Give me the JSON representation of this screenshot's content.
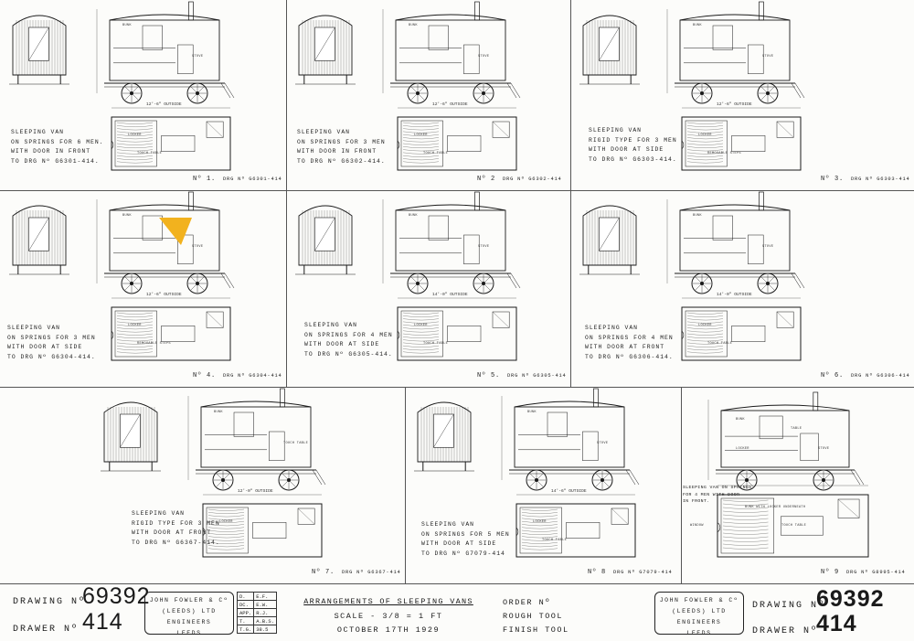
{
  "panels": [
    {
      "caption": [
        "SLEEPING VAN",
        "ON SPRINGS FOR 6 MEN.",
        "WITH DOOR IN FRONT",
        "TO DRG Nº G6301-414."
      ],
      "number": "Nº 1.",
      "drawing_ref": "DRG Nº G6301-414",
      "outside_dim": "12'-6\" OUTSIDE",
      "labels": [
        "BUNK",
        "STOVE",
        "LOCKER",
        "TOUCH TABLE"
      ]
    },
    {
      "caption": [
        "SLEEPING VAN",
        "ON SPRINGS FOR 3 MEN",
        "WITH DOOR IN FRONT",
        "TO DRG Nº G6302-414."
      ],
      "number": "Nº 2",
      "drawing_ref": "DRG Nº G6302-414",
      "outside_dim": "12'-6\" OUTSIDE",
      "labels": [
        "BUNK",
        "STOVE",
        "LOCKER",
        "TOUCH TABLE"
      ]
    },
    {
      "caption": [
        "SLEEPING VAN",
        "RIGID TYPE FOR 3 MEN",
        "WITH DOOR AT SIDE",
        "TO DRG Nº G6303-414."
      ],
      "number": "Nº 3.",
      "drawing_ref": "DRG Nº G6303-414",
      "outside_dim": "12'-6\" OUTSIDE",
      "labels": [
        "BUNK",
        "STOVE",
        "LOCKER",
        "REMOVABLE STEPS"
      ]
    },
    {
      "caption": [
        "SLEEPING VAN",
        "ON SPRINGS FOR 3 MEN",
        "WITH DOOR AT SIDE",
        "TO DRG Nº G6304-414."
      ],
      "number": "Nº 4.",
      "drawing_ref": "DRG Nº G6304-414",
      "outside_dim": "12'-6\" OUTSIDE",
      "labels": [
        "BUNK",
        "STOVE",
        "LOCKER",
        "REMOVABLE STEPS"
      ]
    },
    {
      "caption": [
        "SLEEPING VAN",
        "ON SPRINGS FOR 4 MEN",
        "WITH DOOR AT SIDE",
        "TO DRG Nº G6305-414."
      ],
      "number": "Nº 5.",
      "drawing_ref": "DRG Nº G6305-414",
      "outside_dim": "14'-0\" OUTSIDE",
      "labels": [
        "BUNK",
        "STOVE",
        "LOCKER",
        "TOUCH TABLE"
      ]
    },
    {
      "caption": [
        "SLEEPING VAN",
        "ON SPRINGS FOR 4 MEN",
        "WITH DOOR AT FRONT",
        "TO DRG Nº G6306-414."
      ],
      "number": "Nº 6.",
      "drawing_ref": "DRG Nº G6306-414",
      "outside_dim": "14'-0\" OUTSIDE",
      "labels": [
        "BUNK",
        "STOVE",
        "LOCKER",
        "TOUCH TABLE"
      ]
    },
    {
      "caption": [
        "SLEEPING VAN",
        "RIGID TYPE FOR 3 MEN",
        "WITH DOOR AT FRONT",
        "TO DRG Nº G6367-414."
      ],
      "number": "Nº 7.",
      "drawing_ref": "DRG Nº G6367-414",
      "outside_dim": "12'-0\" OUTSIDE",
      "labels": [
        "BUNK",
        "TOUCH TABLE",
        "LOCKER"
      ]
    },
    {
      "caption": [
        "SLEEPING VAN",
        "ON SPRINGS FOR 5 MEN",
        "WITH DOOR AT SIDE",
        "TO DRG Nº G7079-414"
      ],
      "number": "Nº 8",
      "drawing_ref": "DRG Nº G7079-414",
      "outside_dim": "14'-6\" OUTSIDE",
      "labels": [
        "BUNK",
        "STOVE",
        "LOCKER",
        "TOUCH TABLE"
      ]
    },
    {
      "caption": [
        "SLEEPING VAN ON SPRINGS",
        "FOR 4 MEN WITH DOOR",
        "IN FRONT."
      ],
      "number": "Nº 9",
      "drawing_ref": "DRG Nº G8995-414",
      "outside_dim": "",
      "labels": [
        "BUNK",
        "TABLE",
        "LOCKER",
        "STOVE",
        "BUNK WITH LOCKER UNDERNEATH",
        "TOUCH TABLE",
        "WINDOW"
      ]
    }
  ],
  "title_block": {
    "drawing_label": "DRAWING Nº",
    "drawing_number": "69392",
    "drawer_label": "DRAWER Nº",
    "drawer_number": "414",
    "company": [
      "JOHN FOWLER & Cº",
      "(LEEDS) LTD ENGINEERS",
      "LEEDS"
    ],
    "checks": [
      [
        "D.",
        "E.F."
      ],
      [
        "DC.",
        "E.W."
      ],
      [
        "APP.",
        "R.J."
      ],
      [
        "T.",
        "A.B.S."
      ],
      [
        "T.G.",
        "38.5"
      ]
    ],
    "title": "ARRANGEMENTS OF SLEEPING VANS",
    "scale": "SCALE - 3/8 = 1 FT",
    "date": "OCTOBER 17TH 1929",
    "order_label": "ORDER Nº",
    "rough_tool": "ROUGH TOOL",
    "finish_tool": "FINISH TOOL"
  },
  "colors": {
    "ink": "#1a1a1a",
    "paper": "#fcfcfa",
    "highlight": "#f2b21e"
  }
}
